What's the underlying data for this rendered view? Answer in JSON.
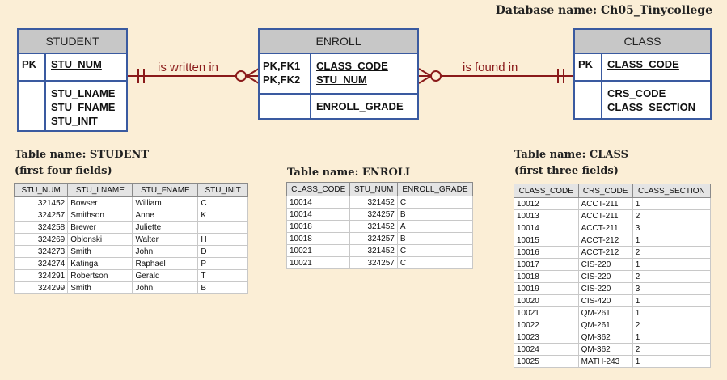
{
  "database_name": "Database name: Ch05_Tinycollege",
  "erd": {
    "student": {
      "title": "STUDENT",
      "pk_label": "PK",
      "pk_field": "STU_NUM",
      "fields": [
        "STU_LNAME",
        "STU_FNAME",
        "STU_INIT"
      ]
    },
    "enroll": {
      "title": "ENROLL",
      "pk_label_1": "PK,FK1",
      "pk_label_2": "PK,FK2",
      "pk_field_1": "CLASS_CODE",
      "pk_field_2": "STU_NUM",
      "fields": [
        "ENROLL_GRADE"
      ]
    },
    "class": {
      "title": "CLASS",
      "pk_label": "PK",
      "pk_field": "CLASS_CODE",
      "fields": [
        "CRS_CODE",
        "CLASS_SECTION"
      ]
    },
    "relationships": {
      "left": "is written in",
      "right": "is found in"
    },
    "line_color": "#8a1a1a",
    "box_border_color": "#3a5aa0"
  },
  "tables": {
    "student": {
      "caption_line1": "Table name: STUDENT",
      "caption_line2": "(first four fields)",
      "headers": [
        "STU_NUM",
        "STU_LNAME",
        "STU_FNAME",
        "STU_INIT"
      ],
      "rows": [
        [
          "321452",
          "Bowser",
          "William",
          "C"
        ],
        [
          "324257",
          "Smithson",
          "Anne",
          "K"
        ],
        [
          "324258",
          "Brewer",
          "Juliette",
          ""
        ],
        [
          "324269",
          "Oblonski",
          "Walter",
          "H"
        ],
        [
          "324273",
          "Smith",
          "John",
          "D"
        ],
        [
          "324274",
          "Katinga",
          "Raphael",
          "P"
        ],
        [
          "324291",
          "Robertson",
          "Gerald",
          "T"
        ],
        [
          "324299",
          "Smith",
          "John",
          "B"
        ]
      ]
    },
    "enroll": {
      "caption_line1": "Table name: ENROLL",
      "headers": [
        "CLASS_CODE",
        "STU_NUM",
        "ENROLL_GRADE"
      ],
      "rows": [
        [
          "10014",
          "321452",
          "C"
        ],
        [
          "10014",
          "324257",
          "B"
        ],
        [
          "10018",
          "321452",
          "A"
        ],
        [
          "10018",
          "324257",
          "B"
        ],
        [
          "10021",
          "321452",
          "C"
        ],
        [
          "10021",
          "324257",
          "C"
        ]
      ]
    },
    "class": {
      "caption_line1": "Table name: CLASS",
      "caption_line2": "(first three fields)",
      "headers": [
        "CLASS_CODE",
        "CRS_CODE",
        "CLASS_SECTION"
      ],
      "rows": [
        [
          "10012",
          "ACCT-211",
          "1"
        ],
        [
          "10013",
          "ACCT-211",
          "2"
        ],
        [
          "10014",
          "ACCT-211",
          "3"
        ],
        [
          "10015",
          "ACCT-212",
          "1"
        ],
        [
          "10016",
          "ACCT-212",
          "2"
        ],
        [
          "10017",
          "CIS-220",
          "1"
        ],
        [
          "10018",
          "CIS-220",
          "2"
        ],
        [
          "10019",
          "CIS-220",
          "3"
        ],
        [
          "10020",
          "CIS-420",
          "1"
        ],
        [
          "10021",
          "QM-261",
          "1"
        ],
        [
          "10022",
          "QM-261",
          "2"
        ],
        [
          "10023",
          "QM-362",
          "1"
        ],
        [
          "10024",
          "QM-362",
          "2"
        ],
        [
          "10025",
          "MATH-243",
          "1"
        ]
      ]
    }
  }
}
